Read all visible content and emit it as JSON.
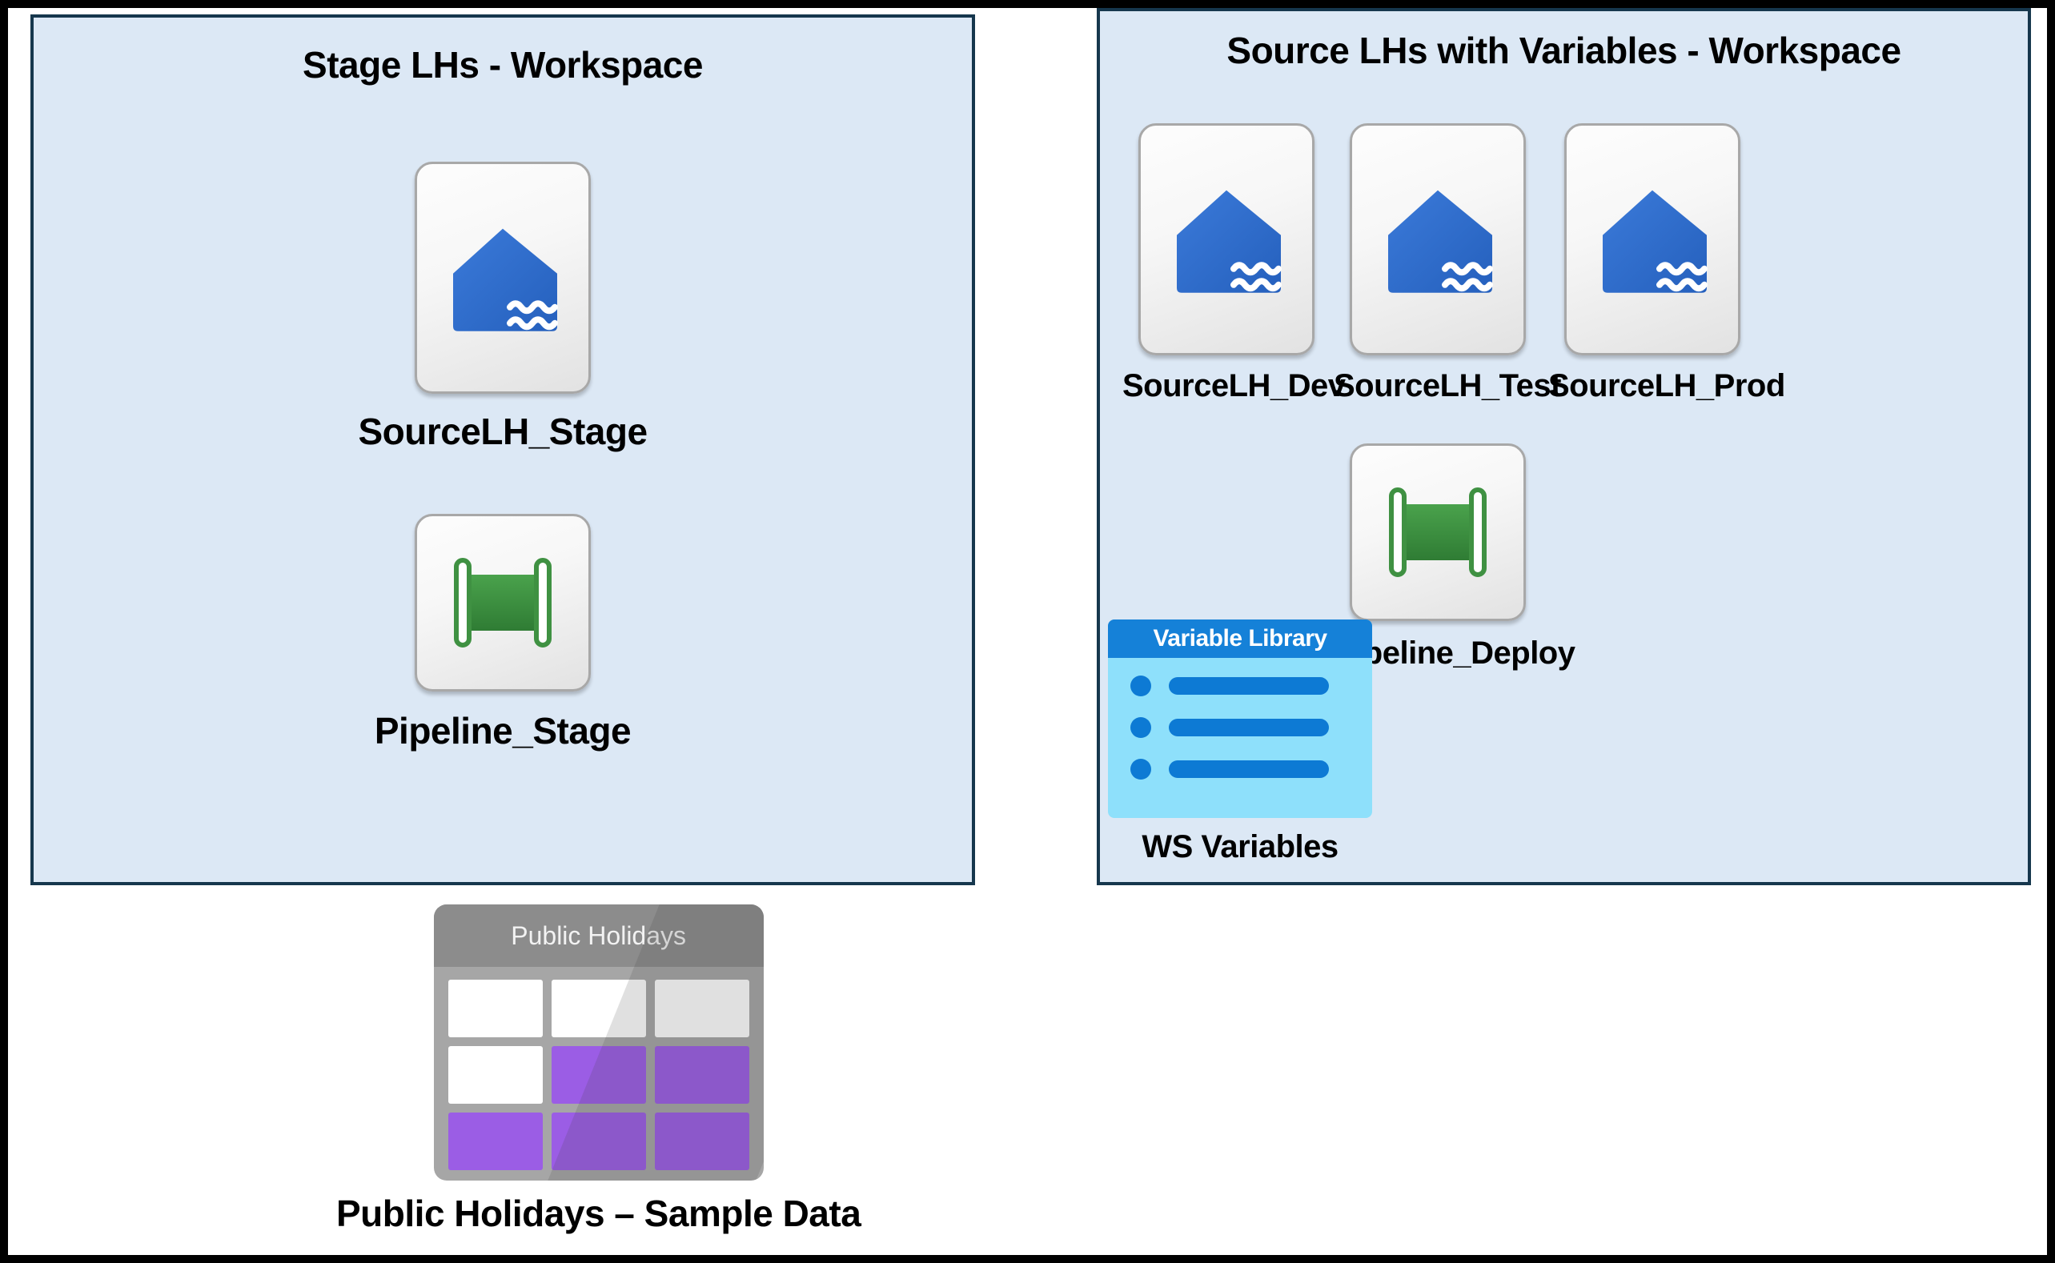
{
  "colors": {
    "page_border": "#000000",
    "panel_fill": "#dce8f5",
    "panel_border": "#16374d",
    "lakehouse_blue": "#2b6fd1",
    "pipeline_green": "#3f9142",
    "varlib_header": "#1581d8",
    "varlib_body": "#8ee0fb",
    "varlib_accent": "#0d7ad4",
    "table_body": "#a6a6a6",
    "table_header": "#8c8c8c",
    "table_cell_purple": "#9b5de5",
    "table_cell_white": "#ffffff"
  },
  "panels": [
    {
      "id": "stage",
      "title": "Stage LHs - Workspace",
      "items": [
        {
          "label": "SourceLH_Stage",
          "icon": "lakehouse-icon",
          "type": "lakehouse"
        },
        {
          "label": "Pipeline_Stage",
          "icon": "pipeline-icon",
          "type": "pipeline"
        }
      ]
    },
    {
      "id": "source",
      "title": "Source LHs with Variables - Workspace",
      "items": [
        {
          "label": "SourceLH_Dev",
          "icon": "lakehouse-icon",
          "type": "lakehouse"
        },
        {
          "label": "SourceLH_Test",
          "icon": "lakehouse-icon",
          "type": "lakehouse"
        },
        {
          "label": "SourceLH_Prod",
          "icon": "lakehouse-icon",
          "type": "lakehouse"
        },
        {
          "label": "Pipeline_Deploy",
          "icon": "pipeline-icon",
          "type": "pipeline"
        },
        {
          "label": "WS Variables",
          "icon": "variable-library-icon",
          "type": "variable-library",
          "card_title": "Variable Library",
          "row_count": 3
        }
      ]
    }
  ],
  "standalone": {
    "label": "Public Holidays – Sample Data",
    "icon": "table-icon",
    "card_title": "Public Holidays",
    "grid": {
      "rows": 3,
      "cols": 3,
      "cells": [
        [
          "white",
          "white",
          "white"
        ],
        [
          "white",
          "purple",
          "purple"
        ],
        [
          "purple",
          "purple",
          "purple"
        ]
      ]
    }
  }
}
